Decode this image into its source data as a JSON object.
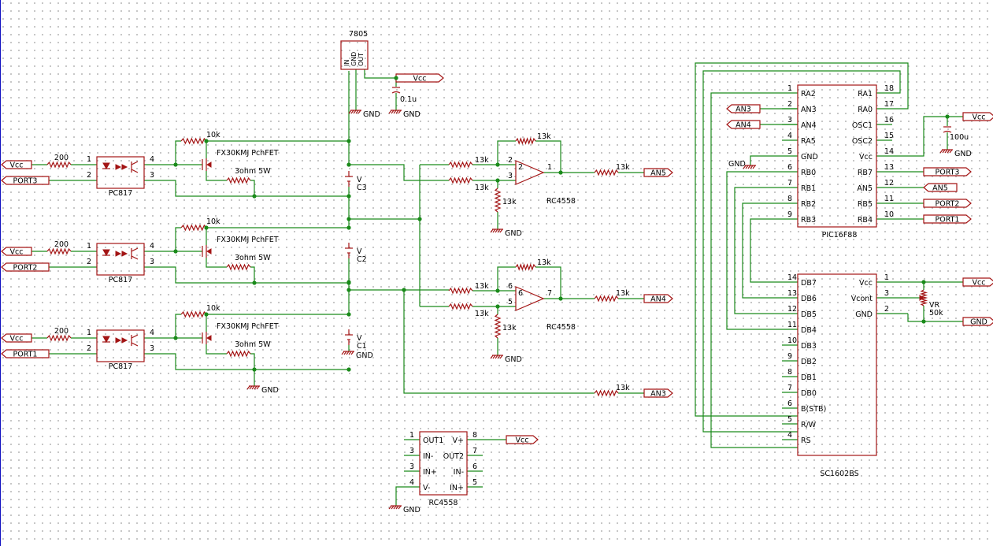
{
  "components": {
    "regulator": {
      "name": "7805",
      "pins": [
        "IN",
        "GND",
        "OUT"
      ]
    },
    "opto": {
      "type": "PC817"
    },
    "fet": {
      "type": "FX30KMJ PchFET"
    },
    "r_in": "200",
    "r_gate": "10k",
    "r_shunt": "3ohm 5W",
    "r_op": "13k",
    "cap_small": "0.1u",
    "cap_big": "100u",
    "opamp": "RC4558",
    "vr": {
      "name": "VR",
      "value": "50k"
    },
    "mcu": {
      "name": "PIC16F88"
    },
    "lcd": {
      "name": "SC1602BS"
    },
    "cells": [
      "C1",
      "C2",
      "C3"
    ],
    "v_label": "V"
  },
  "nets": {
    "vcc": "Vcc",
    "gnd": "GND",
    "port1": "PORT1",
    "port2": "PORT2",
    "port3": "PORT3",
    "an3": "AN3",
    "an4": "AN4",
    "an5": "AN5"
  },
  "pin_numbers": {
    "p1": "1",
    "p2": "2",
    "p3": "3",
    "p4": "4",
    "p5": "5",
    "p6": "6",
    "p7": "7",
    "p8": "8",
    "p9": "9",
    "p10": "10",
    "p11": "11",
    "p12": "12",
    "p13": "13",
    "p14": "14",
    "p15": "15",
    "p16": "16",
    "p17": "17",
    "p18": "18"
  },
  "pic_pins": {
    "left": [
      {
        "num": "1",
        "name": "RA2"
      },
      {
        "num": "2",
        "name": "AN3"
      },
      {
        "num": "3",
        "name": "AN4"
      },
      {
        "num": "4",
        "name": "RA5"
      },
      {
        "num": "5",
        "name": "GND"
      },
      {
        "num": "6",
        "name": "RB0"
      },
      {
        "num": "7",
        "name": "RB1"
      },
      {
        "num": "8",
        "name": "RB2"
      },
      {
        "num": "9",
        "name": "RB3"
      }
    ],
    "right": [
      {
        "num": "18",
        "name": "RA1"
      },
      {
        "num": "17",
        "name": "RA0"
      },
      {
        "num": "16",
        "name": "OSC1"
      },
      {
        "num": "15",
        "name": "OSC2"
      },
      {
        "num": "14",
        "name": "Vcc"
      },
      {
        "num": "13",
        "name": "RB7"
      },
      {
        "num": "12",
        "name": "AN5"
      },
      {
        "num": "11",
        "name": "RB5"
      },
      {
        "num": "10",
        "name": "RB4"
      }
    ]
  },
  "lcd_pins": {
    "left": [
      {
        "num": "14",
        "name": "DB7"
      },
      {
        "num": "13",
        "name": "DB6"
      },
      {
        "num": "12",
        "name": "DB5"
      },
      {
        "num": "11",
        "name": "DB4"
      },
      {
        "num": "10",
        "name": "DB3"
      },
      {
        "num": "9",
        "name": "DB2"
      },
      {
        "num": "8",
        "name": "DB1"
      },
      {
        "num": "7",
        "name": "DB0"
      },
      {
        "num": "6",
        "name": "B(STB)"
      },
      {
        "num": "5",
        "name": "R/W"
      },
      {
        "num": "4",
        "name": "RS"
      }
    ],
    "right": [
      {
        "num": "1",
        "name": "Vcc"
      },
      {
        "num": "3",
        "name": "Vcont"
      },
      {
        "num": "2",
        "name": "GND"
      }
    ]
  },
  "opamp_pkg_pins": {
    "left": [
      {
        "num": "1",
        "name": "OUT1"
      },
      {
        "num": "3",
        "name": "IN-"
      },
      {
        "num": "3",
        "name": "IN+"
      },
      {
        "num": "4",
        "name": "V-"
      }
    ],
    "right": [
      {
        "num": "8",
        "name": "V+"
      },
      {
        "num": "7",
        "name": "OUT2"
      },
      {
        "num": "6",
        "name": "IN-"
      },
      {
        "num": "5",
        "name": "IN+"
      }
    ]
  },
  "colors": {
    "wire": "#1a8a1a",
    "part": "#a31515",
    "frame": "#1010c0",
    "grid_dot": "#b9b9b9"
  }
}
